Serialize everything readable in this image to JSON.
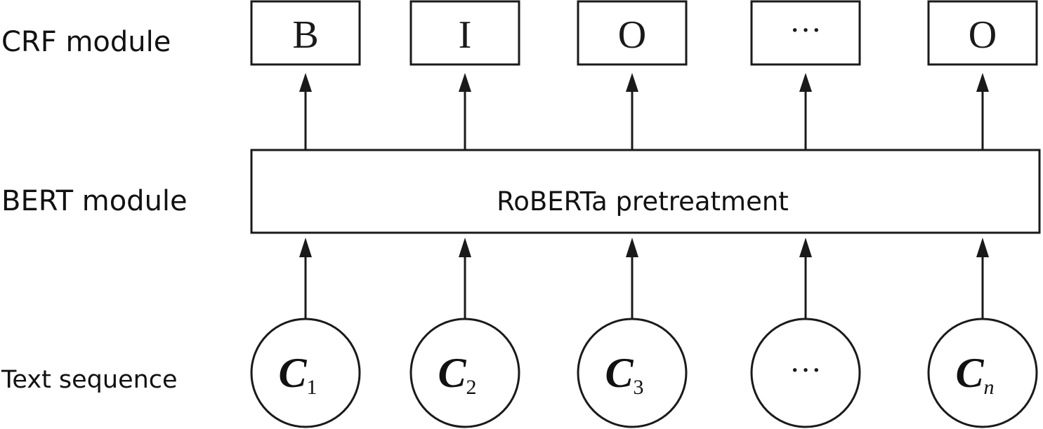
{
  "row_labels": {
    "crf": "CRF module",
    "bert": "BERT module",
    "text": "Text sequence"
  },
  "crf_tags": [
    "B",
    "I",
    "O",
    "···",
    "O"
  ],
  "bert_box_label": "RoBERTa pretreatment",
  "tokens": [
    {
      "main": "C",
      "sub": "1"
    },
    {
      "main": "C",
      "sub": "2"
    },
    {
      "main": "C",
      "sub": "3"
    },
    {
      "main": "···",
      "sub": ""
    },
    {
      "main": "C",
      "sub": "n"
    }
  ],
  "colors": {
    "stroke": "#1a1a1a",
    "background": "#ffffff"
  }
}
